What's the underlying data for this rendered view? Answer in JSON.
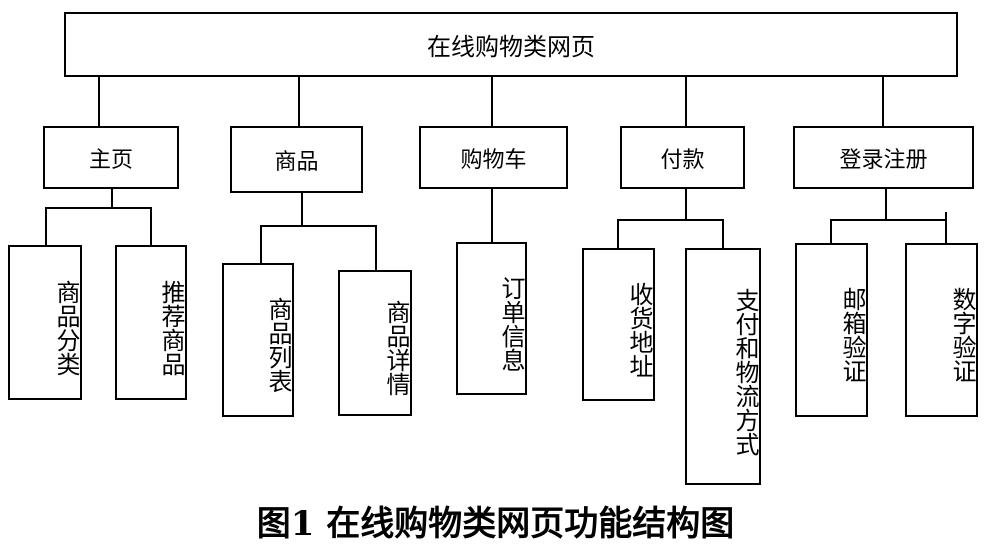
{
  "root": {
    "label": "在线购物类网页"
  },
  "categories": [
    {
      "label": "主页",
      "children": [
        "商品分类",
        "推荐商品"
      ]
    },
    {
      "label": "商品",
      "children": [
        "商品列表",
        "商品详情"
      ]
    },
    {
      "label": "购物车",
      "children": [
        "订单信息"
      ]
    },
    {
      "label": "付款",
      "children": [
        "收货地址",
        "支付和物流方式"
      ]
    },
    {
      "label": "登录注册",
      "children": [
        "邮箱验证",
        "数字验证"
      ]
    }
  ],
  "caption": "图1  在线购物类网页功能结构图"
}
